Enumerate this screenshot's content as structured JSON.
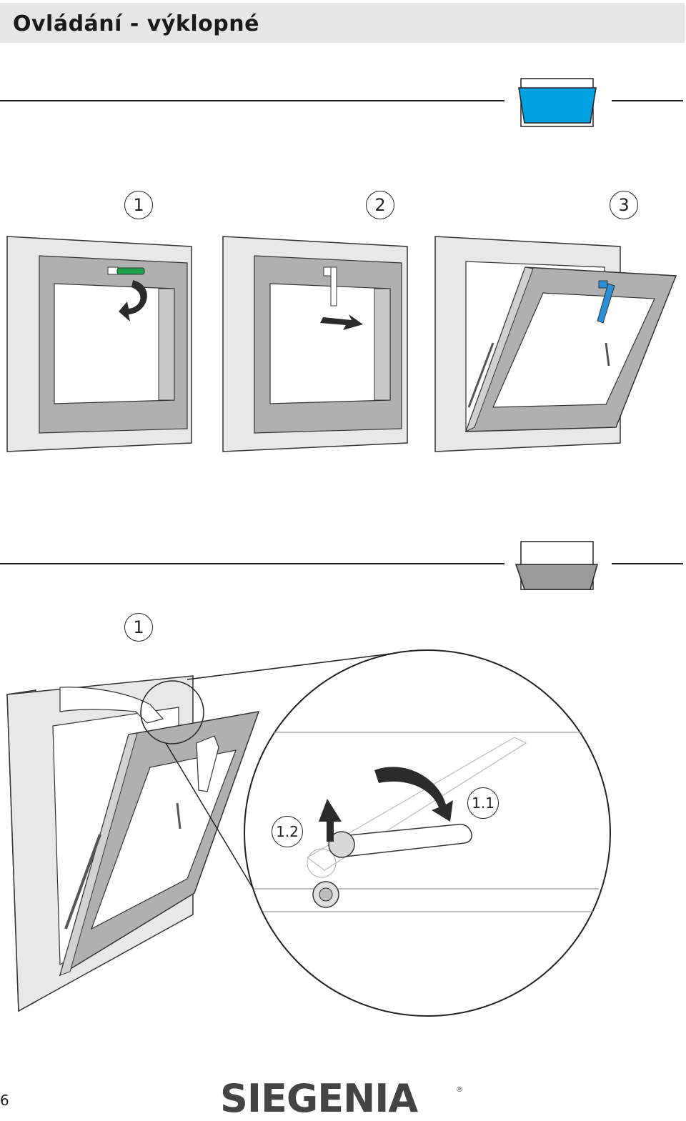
{
  "header": {
    "title": "Ovládání - výklopné"
  },
  "section1": {
    "steps": [
      "1",
      "2",
      "3"
    ],
    "icon_color": "#00a0e3"
  },
  "section2": {
    "steps": [
      "1"
    ],
    "callouts": [
      "1.1",
      "1.2"
    ],
    "icon_color": "#9a9a9a"
  },
  "colors": {
    "handle_green": "#1aa34a",
    "handle_blue": "#2a8fd6",
    "frame": "#e6e6e6",
    "sash": "#b2b2b2"
  },
  "footer": {
    "page_number": "6",
    "brand": "SIEGENIA",
    "brand_mark": "®"
  }
}
